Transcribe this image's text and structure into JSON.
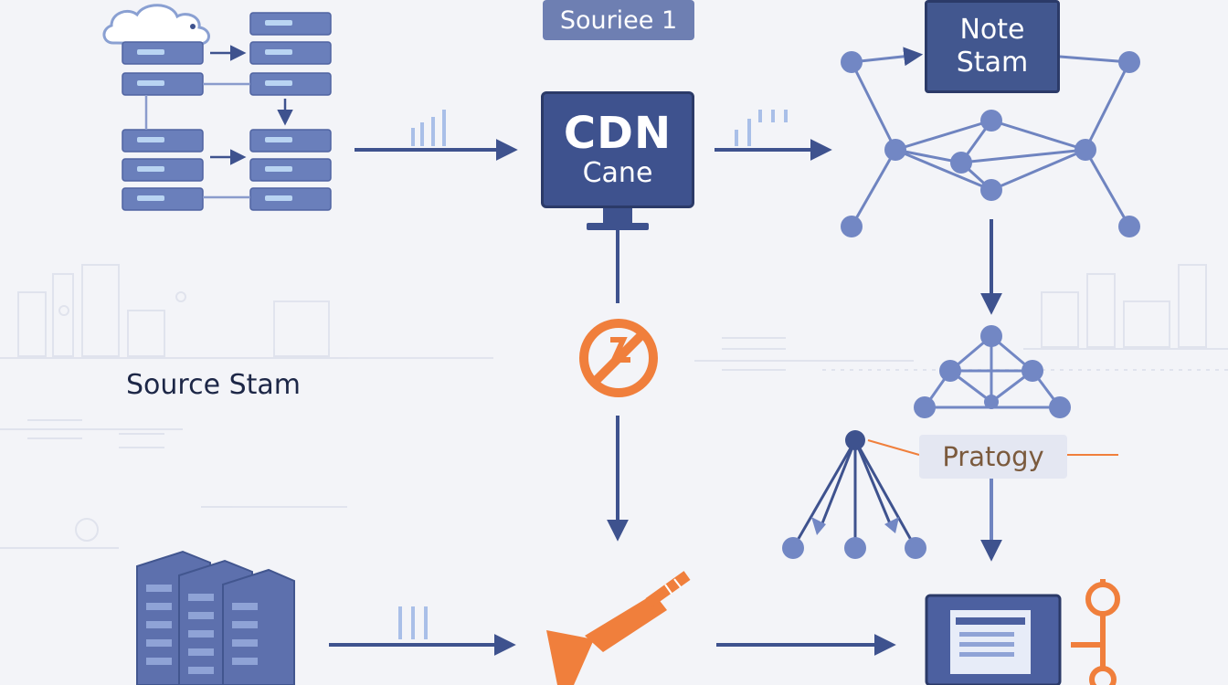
{
  "labels": {
    "source_chip": "Souriee 1",
    "cdn_title": "CDN",
    "cdn_sub": "Cane",
    "note_line1": "Note",
    "note_line2": "Stam",
    "source_stam": "Source Stam",
    "pratogy": "Pratogy"
  },
  "icons": [
    "cloud-icon",
    "server-rack-icon",
    "bar-signal-icon",
    "blocked-signal-icon",
    "satellite-dish-icon",
    "monitor-icon",
    "network-graph-icon",
    "tree-network-icon",
    "node-link-icon"
  ],
  "colors": {
    "background": "#f3f4f8",
    "primary": "#3e528e",
    "secondary": "#6e7fb2",
    "node": "#7287c4",
    "accent": "#f07f3c",
    "server": "#5d70ad"
  }
}
